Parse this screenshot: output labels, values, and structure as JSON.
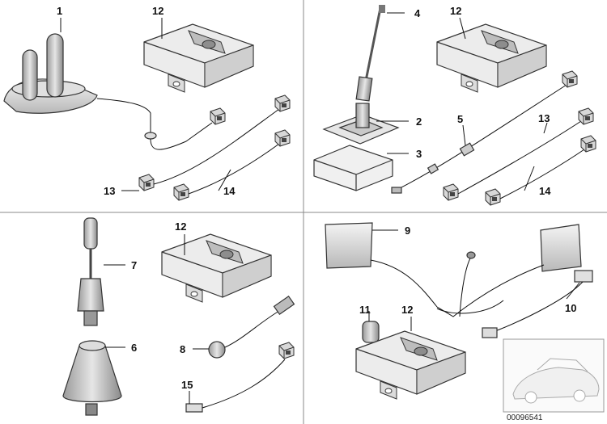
{
  "diagram": {
    "document_number": "00096541",
    "callouts": {
      "q1": [
        "1",
        "12",
        "13",
        "14"
      ],
      "q2": [
        "4",
        "12",
        "2",
        "3",
        "5",
        "13",
        "14"
      ],
      "q3": [
        "12",
        "7",
        "6",
        "8",
        "15"
      ],
      "q4": [
        "9",
        "11",
        "12",
        "10"
      ]
    }
  }
}
